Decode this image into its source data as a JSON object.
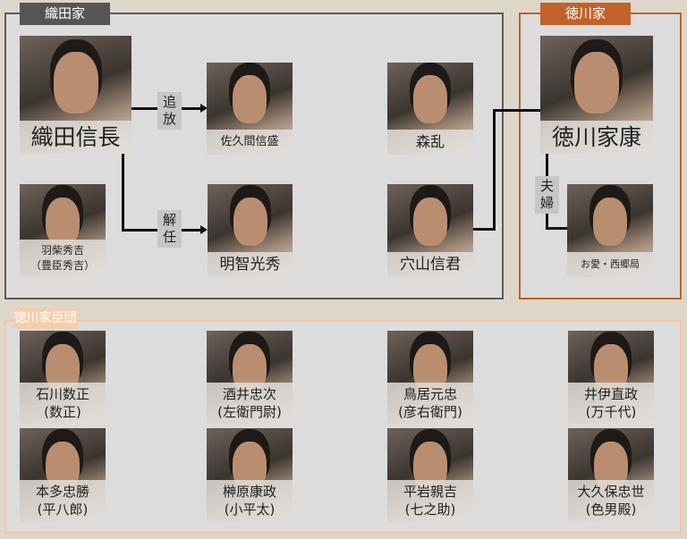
{
  "groups": {
    "oda": "織田家",
    "tokugawa": "徳川家",
    "retainers": "徳川家臣団"
  },
  "relations": {
    "exile": "追放",
    "dismiss": "解任",
    "couple": "夫婦"
  },
  "oda_members": {
    "nobunaga": "織田信長",
    "sakuma": "佐久間信盛",
    "hideyoshi": "羽柴秀吉",
    "hideyoshi_alt": "（豊臣秀吉）",
    "akechi": "明智光秀",
    "mori": "森乱",
    "anayama": "穴山信君"
  },
  "tokugawa_members": {
    "ieyasu": "徳川家康",
    "oai": "お愛・西郷局"
  },
  "retainers": [
    {
      "name": "石川数正",
      "alias": "(数正)"
    },
    {
      "name": "酒井忠次",
      "alias": "(左衛門尉)"
    },
    {
      "name": "鳥居元忠",
      "alias": "(彦右衛門)"
    },
    {
      "name": "井伊直政",
      "alias": "(万千代)"
    },
    {
      "name": "本多忠勝",
      "alias": "(平八郎)"
    },
    {
      "name": "榊原康政",
      "alias": "(小平太)"
    },
    {
      "name": "平岩親吉",
      "alias": "(七之助)"
    },
    {
      "name": "大久保忠世",
      "alias": "(色男殿)"
    }
  ],
  "colors": {
    "oda": "#5c5c5c",
    "tokugawa": "#c0622a",
    "retainers": "#f4c6a2"
  }
}
